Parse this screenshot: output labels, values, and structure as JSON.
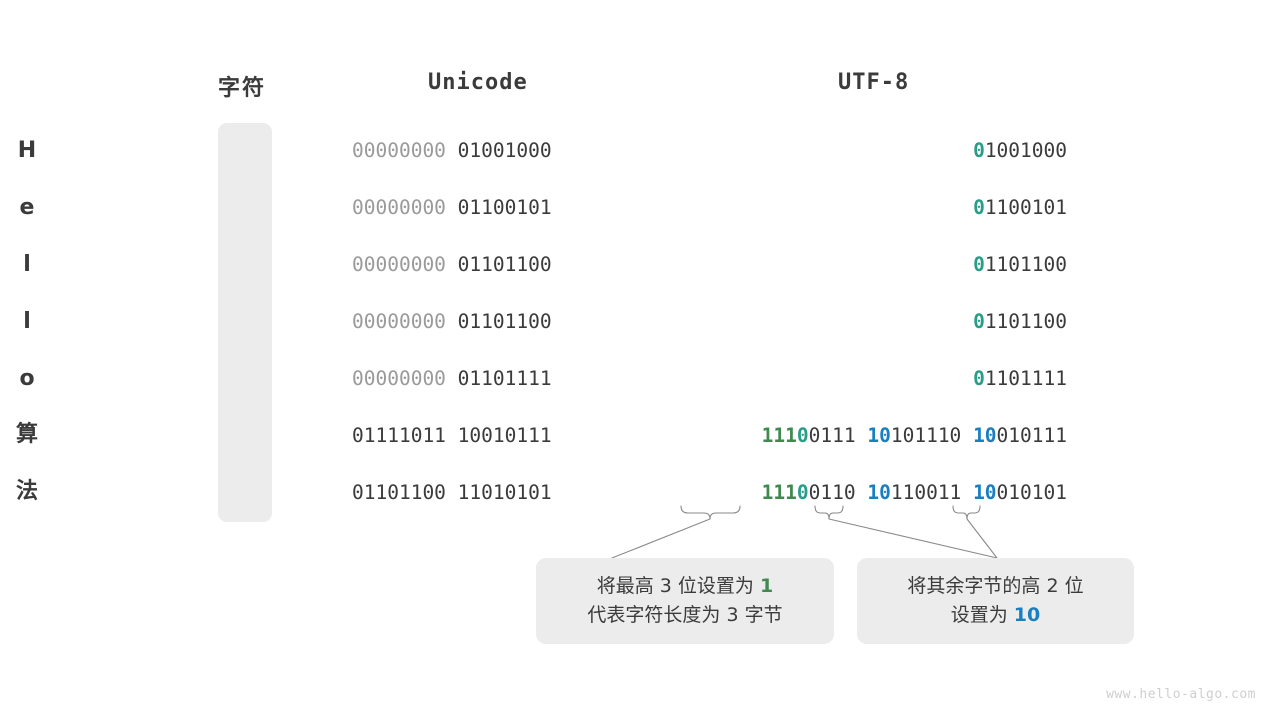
{
  "headers": {
    "character": "字符",
    "unicode": "Unicode",
    "utf8": "UTF-8"
  },
  "rows": [
    {
      "char": "H",
      "unicode_high": "00000000",
      "unicode_low": "01001000",
      "utf8_plain": "01001000",
      "utf8_lead_marker": "0",
      "utf8_lead_rest": "1001000",
      "multibyte": false
    },
    {
      "char": "e",
      "unicode_high": "00000000",
      "unicode_low": "01100101",
      "utf8_plain": "01100101",
      "utf8_lead_marker": "0",
      "utf8_lead_rest": "1100101",
      "multibyte": false
    },
    {
      "char": "l",
      "unicode_high": "00000000",
      "unicode_low": "01101100",
      "utf8_plain": "01101100",
      "utf8_lead_marker": "0",
      "utf8_lead_rest": "1101100",
      "multibyte": false
    },
    {
      "char": "l",
      "unicode_high": "00000000",
      "unicode_low": "01101100",
      "utf8_plain": "01101100",
      "utf8_lead_marker": "0",
      "utf8_lead_rest": "1101100",
      "multibyte": false
    },
    {
      "char": "o",
      "unicode_high": "00000000",
      "unicode_low": "01101111",
      "utf8_plain": "01101111",
      "utf8_lead_marker": "0",
      "utf8_lead_rest": "1101111",
      "multibyte": false
    },
    {
      "char": "算",
      "unicode_high": "01111011",
      "unicode_low": "10010111",
      "multibyte": true,
      "utf8_b1_ones": "111",
      "utf8_b1_zero": "0",
      "utf8_b1_rest": "0111",
      "utf8_b2_cont": "10",
      "utf8_b2_rest": "101110",
      "utf8_b3_cont": "10",
      "utf8_b3_rest": "010111"
    },
    {
      "char": "法",
      "unicode_high": "01101100",
      "unicode_low": "11010101",
      "multibyte": true,
      "utf8_b1_ones": "111",
      "utf8_b1_zero": "0",
      "utf8_b1_rest": "0110",
      "utf8_b2_cont": "10",
      "utf8_b2_rest": "110011",
      "utf8_b3_cont": "10",
      "utf8_b3_rest": "010101"
    }
  ],
  "callouts": {
    "left": {
      "line1_pre": "将最高 3 位设置为 ",
      "line1_hi": "1",
      "line2": "代表字符长度为 3 字节"
    },
    "right": {
      "line1": "将其余字节的高 2 位",
      "line2_pre": "设置为 ",
      "line2_hi": "10"
    }
  },
  "watermark": "www.hello-algo.com",
  "colors": {
    "green": "#40894f",
    "teal": "#2a9d8a",
    "blue": "#1a7fc1",
    "dark": "#3b3b3b",
    "dim": "#9a9a9a",
    "panel": "#ececec"
  }
}
